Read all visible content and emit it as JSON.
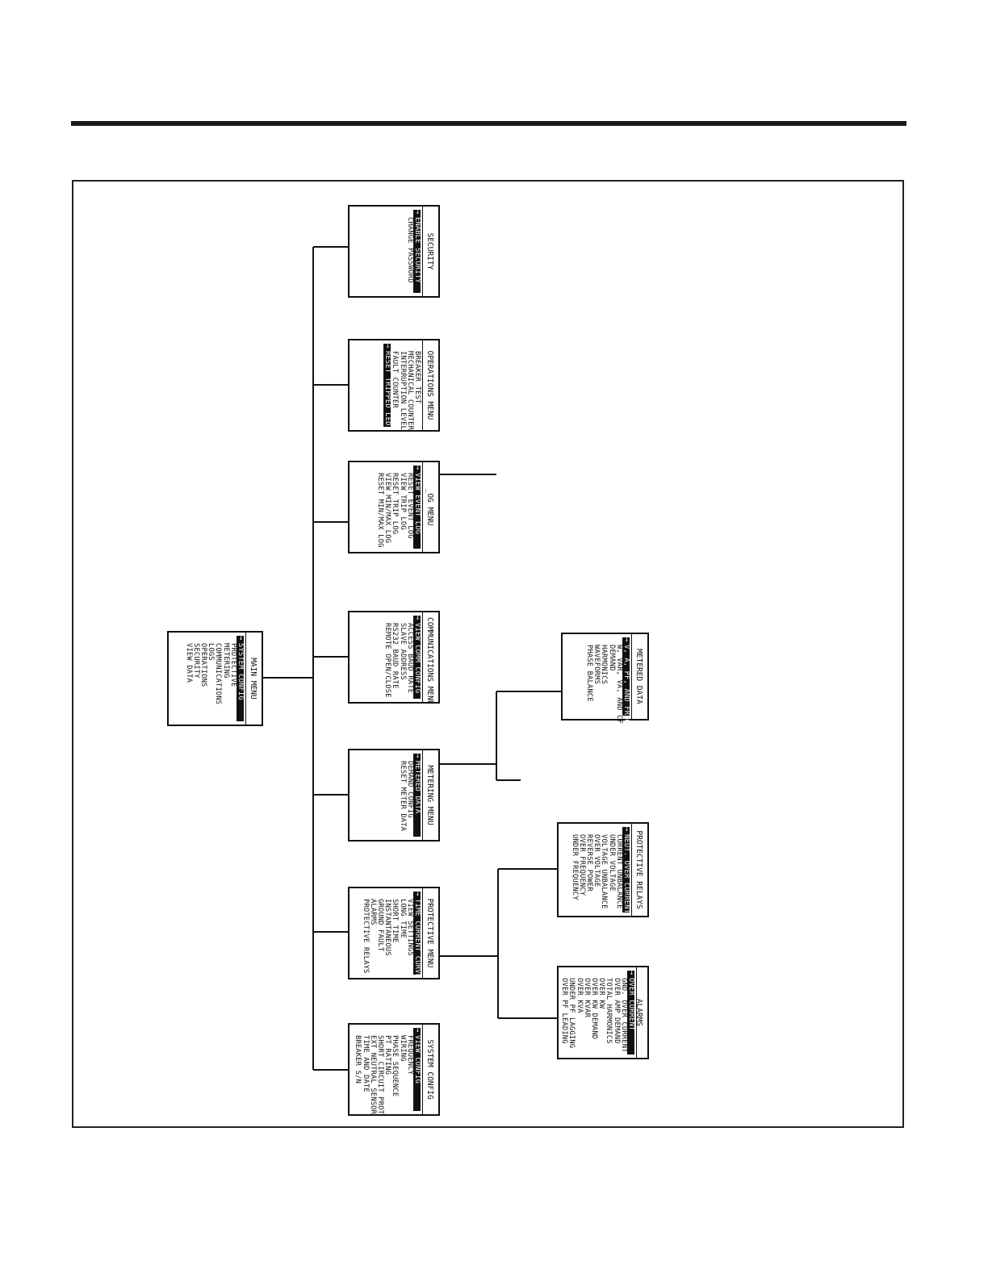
{
  "menus": {
    "main": {
      "title": "MAIN MENU",
      "items": [
        "SYSTEM CONFIG",
        "PROTECTIVE",
        "METERING",
        "COMMUNICATIONS",
        "LOGS",
        "OPERATIONS",
        "SECURITY",
        "VIEW DATA"
      ],
      "selected": 0
    },
    "system_config": {
      "title": "SYSTEM CONFIG",
      "items": [
        "VIEW CONFIG",
        "FREQUENCY",
        "WIRING",
        "PHASE SEQUENCE",
        "PT RATING",
        "SHORT CIRCUIT PROT",
        "EXT NEUTRAL SENSOR",
        "TIME AND DATE",
        "BREAKER S/N"
      ],
      "selected": 0
    },
    "protective": {
      "title": "PROTECTIVE MENU",
      "items": [
        "TIME CURRENT CURVE",
        "VIEW SETTINGS",
        "LONG TIME",
        "SHORT TIME",
        "INSTANTANEOUS",
        "GROUND FAULT",
        "ALARMS",
        "PROTECTIVE RELAYS"
      ],
      "selected": 0
    },
    "metering": {
      "title": "METERING MENU",
      "items": [
        "METERED DATA",
        "DEMAND CONFIG",
        "RESET METER DATA"
      ],
      "selected": 0
    },
    "communications": {
      "title": "COMMUNICATIONS MENU",
      "items": [
        "VIEW COMM CONFIG",
        "ACCESS BAUD RATE",
        "SLAVE ADDRESS",
        "RS232 BAUD RATE",
        "REMOTE OPEN/CLOSE"
      ],
      "selected": 0
    },
    "logs": {
      "title": "_OG MENU",
      "items": [
        "VIEW EVENT LOG",
        "RESET EVENT LOG",
        "VIEW TRIP LOG",
        "RESET TRIP LOG",
        "VIEW MIN/MAX LOG",
        "RESET MIN/MAX LOG"
      ],
      "selected": 0
    },
    "operations": {
      "title": "OPERATIONS MENU",
      "items": [
        "BREAKER TEST",
        "MECHANICAL COUNTER",
        "INTERRUPTION LEVEL",
        "FAULT COUNTER",
        "RESET TRIPPED LED"
      ],
      "selected": 4
    },
    "security": {
      "title": "SECURITY",
      "items": [
        "ENABLE SECURITY",
        "CHANGE PASSWORD"
      ],
      "selected": 0
    },
    "metered_data": {
      "title": "METERED DATA",
      "items": [
        "V, A, PF, AND FREQ",
        "W, VAR, VA, AND CF",
        "DEMAND",
        "HARMONICS",
        "WAVEFORMS",
        "PHASE BALANCE"
      ],
      "selected": 0
    },
    "protective_relays": {
      "title": "PROTECTIVE RELAYS",
      "items": [
        "NEUT. OVER CURRENT",
        "CURRENT UNBALANCE",
        "UNDER VOLTAGE",
        "VOLTAGE UNBALANCE",
        "OVER VOLTAGE",
        "REVERSE POWER",
        "OVER FREQUENCY",
        "UNDER FREQUENCY"
      ],
      "selected": 0
    },
    "alarms": {
      "title": "ALARMS",
      "items": [
        "OVER CURRENT",
        "GND. OVER CURRENT",
        "OVER AMP DEMAND",
        "TOTAL HARMONICS",
        "OVER KW",
        "OVER KW DEMAND",
        "OVER KVAR",
        "OVER KVA",
        "UNDER PF LAGGING",
        "OVER PF LEADING"
      ],
      "selected": 0
    }
  },
  "colors": {
    "ink": "#111111",
    "paper": "#ffffff",
    "frame": "#222222"
  }
}
